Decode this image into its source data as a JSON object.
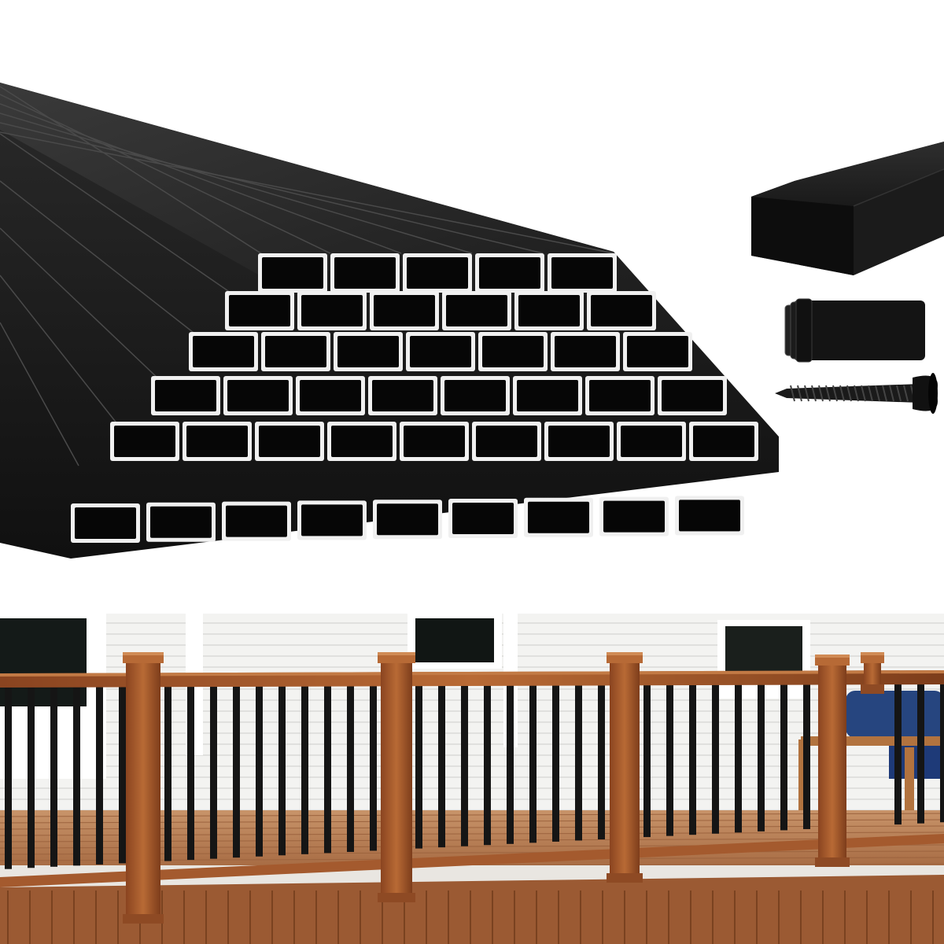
{
  "scene": {
    "top_panel": "product-display",
    "bottom_panel": "installed-railing",
    "colors": {
      "balusters": "#161616",
      "baluster_edge": "#f2f2f2",
      "wood": "#a8572a",
      "wood_dark": "#7a3c1c",
      "siding": "#f3f3f1",
      "deck_boards": "#b8764a",
      "cushion": "#1e3a78"
    },
    "pyramid_rows": [
      5,
      6,
      7,
      8,
      9,
      9
    ],
    "accessories": [
      "baluster-end-icon",
      "connector-clip-icon",
      "screw-icon"
    ]
  }
}
